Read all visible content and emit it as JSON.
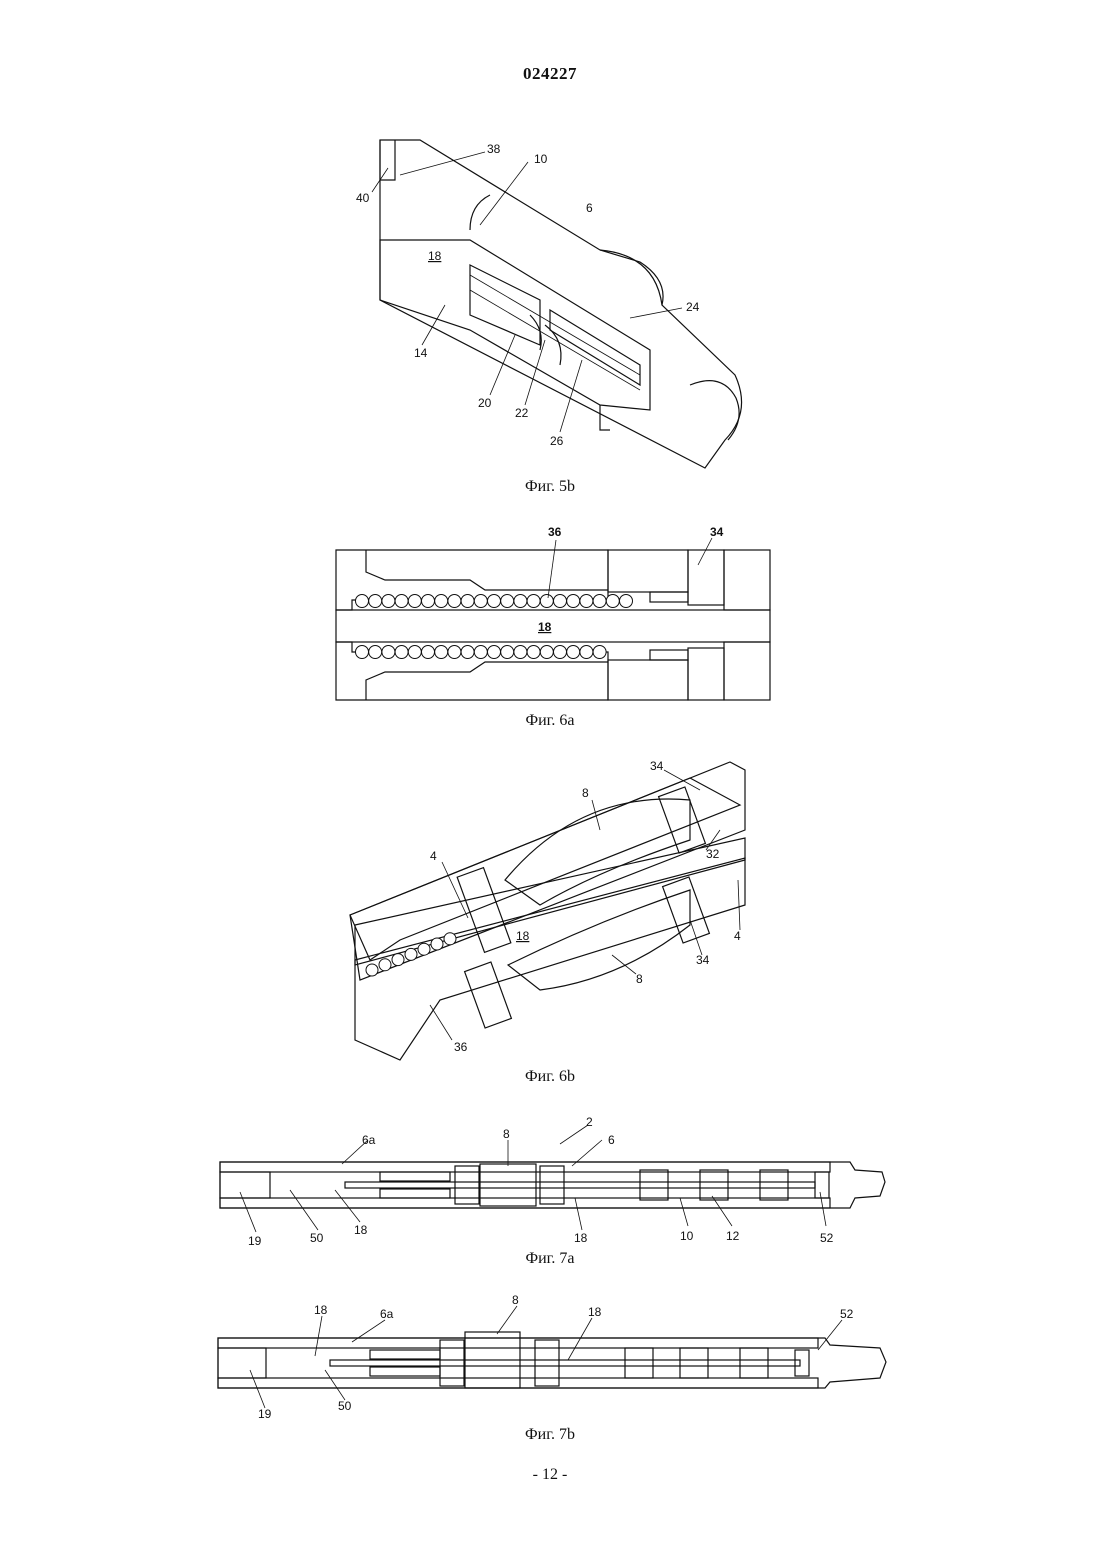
{
  "page": {
    "patent_number": "024227",
    "page_number": "- 12 -"
  },
  "figures": [
    {
      "id": "fig5b",
      "caption": "Фиг. 5b",
      "labels": [
        "38",
        "10",
        "40",
        "6",
        "18",
        "24",
        "14",
        "20",
        "22",
        "26"
      ]
    },
    {
      "id": "fig6a",
      "caption": "Фиг. 6a",
      "labels": [
        "36",
        "34",
        "18"
      ]
    },
    {
      "id": "fig6b",
      "caption": "Фиг. 6b",
      "labels": [
        "34",
        "8",
        "32",
        "4",
        "18",
        "4",
        "34",
        "8",
        "36"
      ]
    },
    {
      "id": "fig7a",
      "caption": "Фиг. 7a",
      "labels": [
        "2",
        "8",
        "6a",
        "6",
        "19",
        "50",
        "18",
        "18",
        "10",
        "12",
        "52"
      ]
    },
    {
      "id": "fig7b",
      "caption": "Фиг. 7b",
      "labels": [
        "18",
        "6a",
        "8",
        "18",
        "52",
        "19",
        "50"
      ]
    }
  ]
}
